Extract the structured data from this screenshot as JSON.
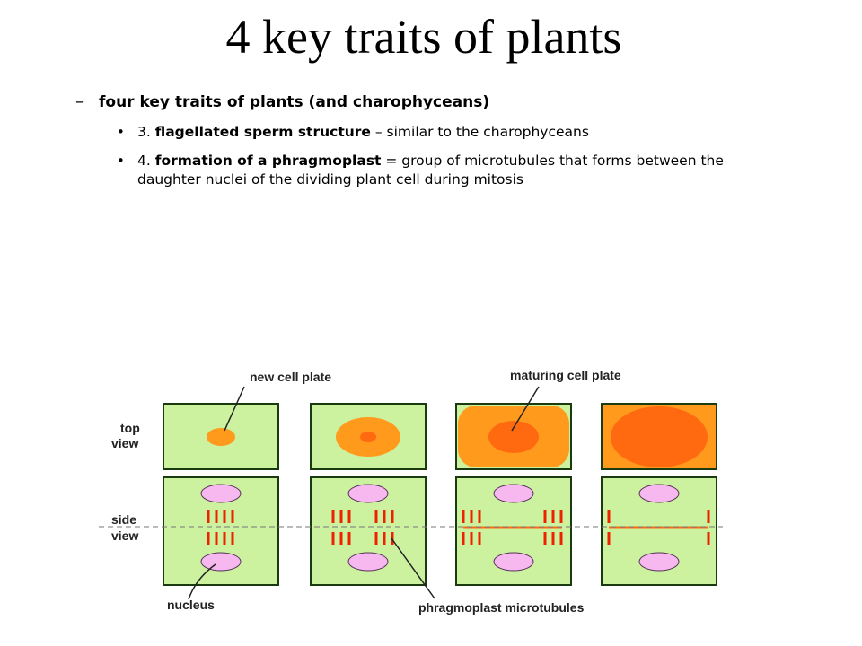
{
  "slide": {
    "title": "4 key traits of plants",
    "level1": {
      "marker": "–",
      "text": "four key traits of plants (and charophyceans)"
    },
    "bullets": [
      {
        "marker": "•",
        "number": "3.",
        "bold": "flagellated sperm structure",
        "rest": " – similar to the charophyceans"
      },
      {
        "marker": "•",
        "number": "4.",
        "bold": "formation of a phragmoplast",
        "rest": " = group of microtubules that forms between the daughter nuclei of the dividing plant cell during mitosis"
      }
    ]
  },
  "diagram": {
    "labels": {
      "new_cell_plate": "new cell plate",
      "maturing_cell_plate": "maturing cell plate",
      "top": "top",
      "top_view": "view",
      "side": "side",
      "side_view": "view",
      "nucleus": "nucleus",
      "phragmoplast": "phragmoplast microtubules"
    },
    "colors": {
      "cell_fill": "#ccf2a0",
      "cell_border": "#1a3a10",
      "plate_light": "#ff9a1c",
      "plate_dark": "#ff6a10",
      "nucleus_fill": "#f7b8f0",
      "microtubule": "#ee2200"
    }
  }
}
